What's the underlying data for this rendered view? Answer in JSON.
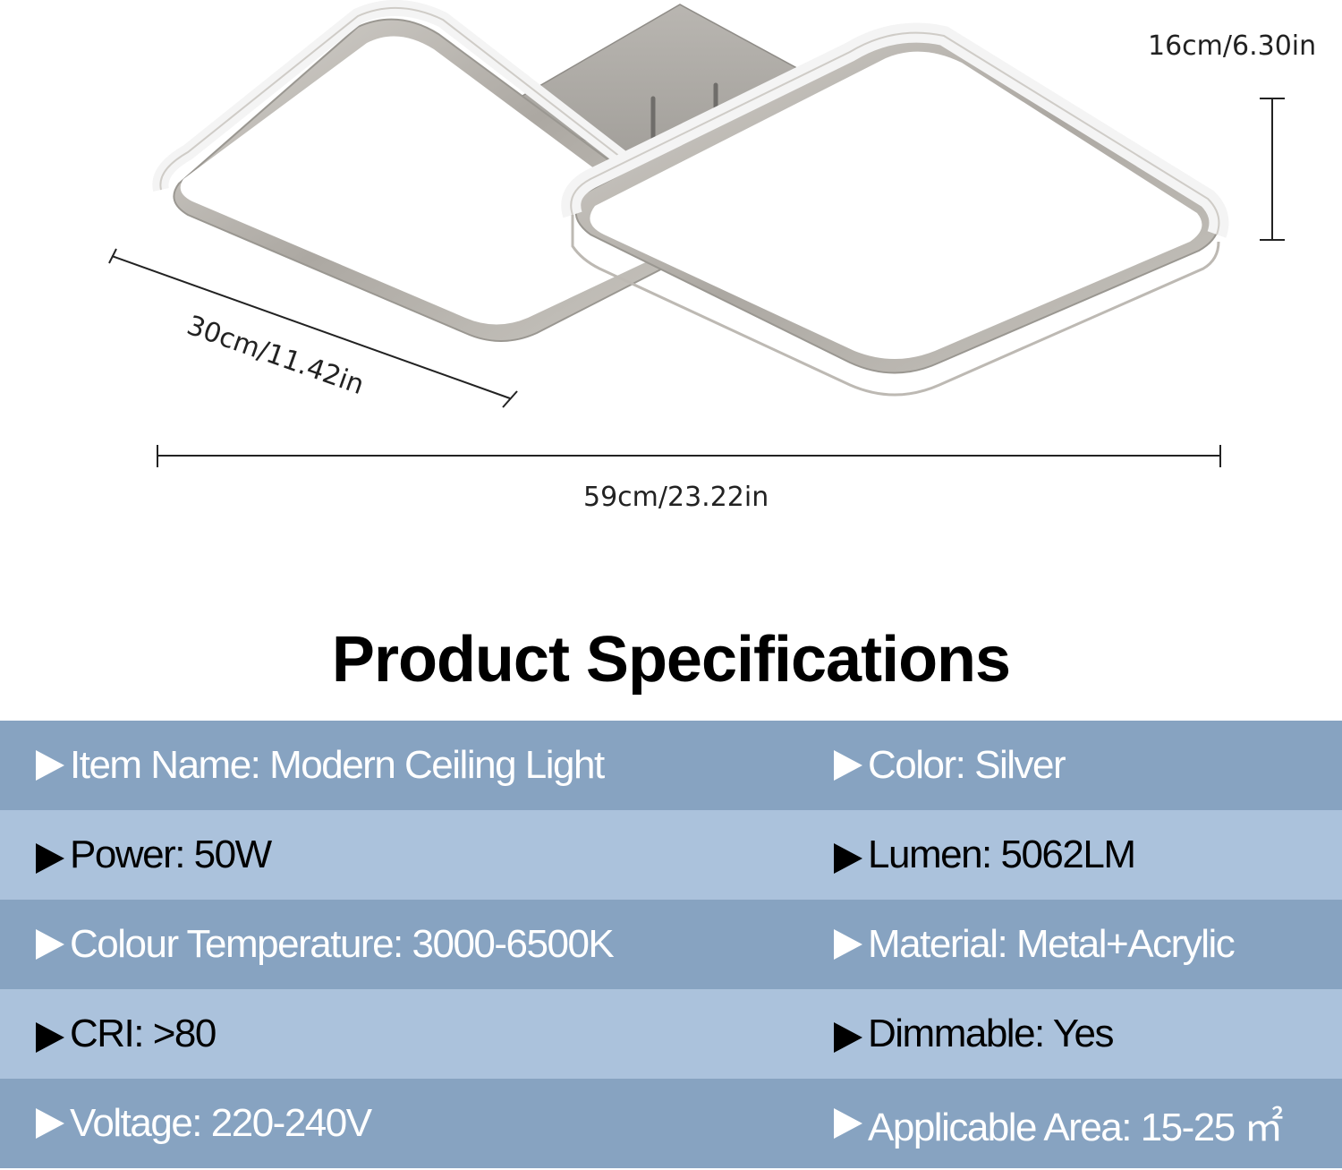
{
  "dimensions": {
    "height": "16cm/6.30in",
    "depth": "30cm/11.42in",
    "width": "59cm/23.22in"
  },
  "title": "Product Specifications",
  "colors": {
    "row_dark": "#87a3c1",
    "row_light": "#abc2dc",
    "frame_silver": "#b7b3ad",
    "diffuser": "#ffffff"
  },
  "specs": [
    {
      "left": "Item Name: Modern Ceiling Light",
      "right": "Color: Silver"
    },
    {
      "left": "Power: 50W",
      "right": "Lumen: 5062LM"
    },
    {
      "left": "Colour Temperature: 3000-6500K",
      "right": "Material: Metal+Acrylic"
    },
    {
      "left": "CRI: >80",
      "right": "Dimmable: Yes"
    },
    {
      "left": "Voltage: 220-240V",
      "right": "Applicable Area: 15-25 ㎡"
    }
  ],
  "icons": {
    "bullet": "right-triangle-icon"
  }
}
